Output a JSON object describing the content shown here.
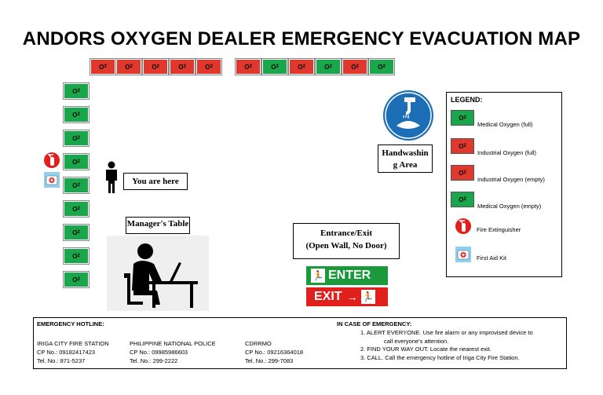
{
  "title": "ANDORS OXYGEN DEALER EMERGENCY EVACUATION MAP",
  "o2_label": "O",
  "o2_sub": "2",
  "colors": {
    "medical": "#1aa64a",
    "industrial": "#e0382c"
  },
  "top_row": [
    {
      "type": "industrial"
    },
    {
      "type": "industrial"
    },
    {
      "type": "industrial"
    },
    {
      "type": "industrial"
    },
    {
      "type": "industrial"
    },
    {
      "type": "industrial"
    },
    {
      "type": "medical"
    },
    {
      "type": "industrial"
    },
    {
      "type": "medical"
    },
    {
      "type": "industrial"
    },
    {
      "type": "medical"
    }
  ],
  "left_column": [
    {
      "type": "medical"
    },
    {
      "type": "medical"
    },
    {
      "type": "medical"
    },
    {
      "type": "medical"
    },
    {
      "type": "medical"
    },
    {
      "type": "medical"
    },
    {
      "type": "medical"
    },
    {
      "type": "medical"
    },
    {
      "type": "medical"
    }
  ],
  "labels": {
    "you_are_here": "You are here",
    "managers_table": "Manager's Table",
    "handwashing": "Handwashin g Area",
    "entrance_line1": "Entrance/Exit",
    "entrance_line2": "(Open Wall, No Door)",
    "enter_sign": "ENTER",
    "exit_sign": "EXIT"
  },
  "legend": {
    "title": "LEGEND:",
    "items": [
      {
        "label": "Medical Oxygen (full)",
        "icon": "o2-green"
      },
      {
        "label": "Industrial Oxygen (full)",
        "icon": "o2-red"
      },
      {
        "label": "Industrial Oxygen (empty)",
        "icon": "o2-red"
      },
      {
        "label": "Medical Oxygen (empty)",
        "icon": "o2-green"
      },
      {
        "label": "Fire Extinguisher",
        "icon": "fire-extinguisher-icon"
      },
      {
        "label": "First Aid Kit",
        "icon": "first-aid-kit-icon"
      }
    ]
  },
  "hotline": {
    "heading": "EMERGENCY HOTLINE:",
    "contacts": [
      {
        "name": "IRIGA CITY FIRE STATION",
        "cp": "CP No.: 09182417423",
        "tel": "Tel. No.: 871-5237"
      },
      {
        "name": "PHILIPPINE NATIONAL POLICE",
        "cp": "CP No.: 09985986603",
        "tel": "Tel. No.: 299-2222"
      },
      {
        "name": "CDRRMO",
        "cp": "CP No.: 09216364018",
        "tel": "Tel. No.: 299-7083"
      }
    ],
    "emergency_heading": "IN CASE OF EMERGENCY:",
    "steps": [
      "1.   ALERT EVERYONE. Use fire alarm or any improvised device to",
      "call everyone's attention.",
      "2.   FIND YOUR WAY OUT.  Locate the nearest exit.",
      "3.   CALL. Call the emergency hotline of Iriga City Fire Station."
    ]
  }
}
